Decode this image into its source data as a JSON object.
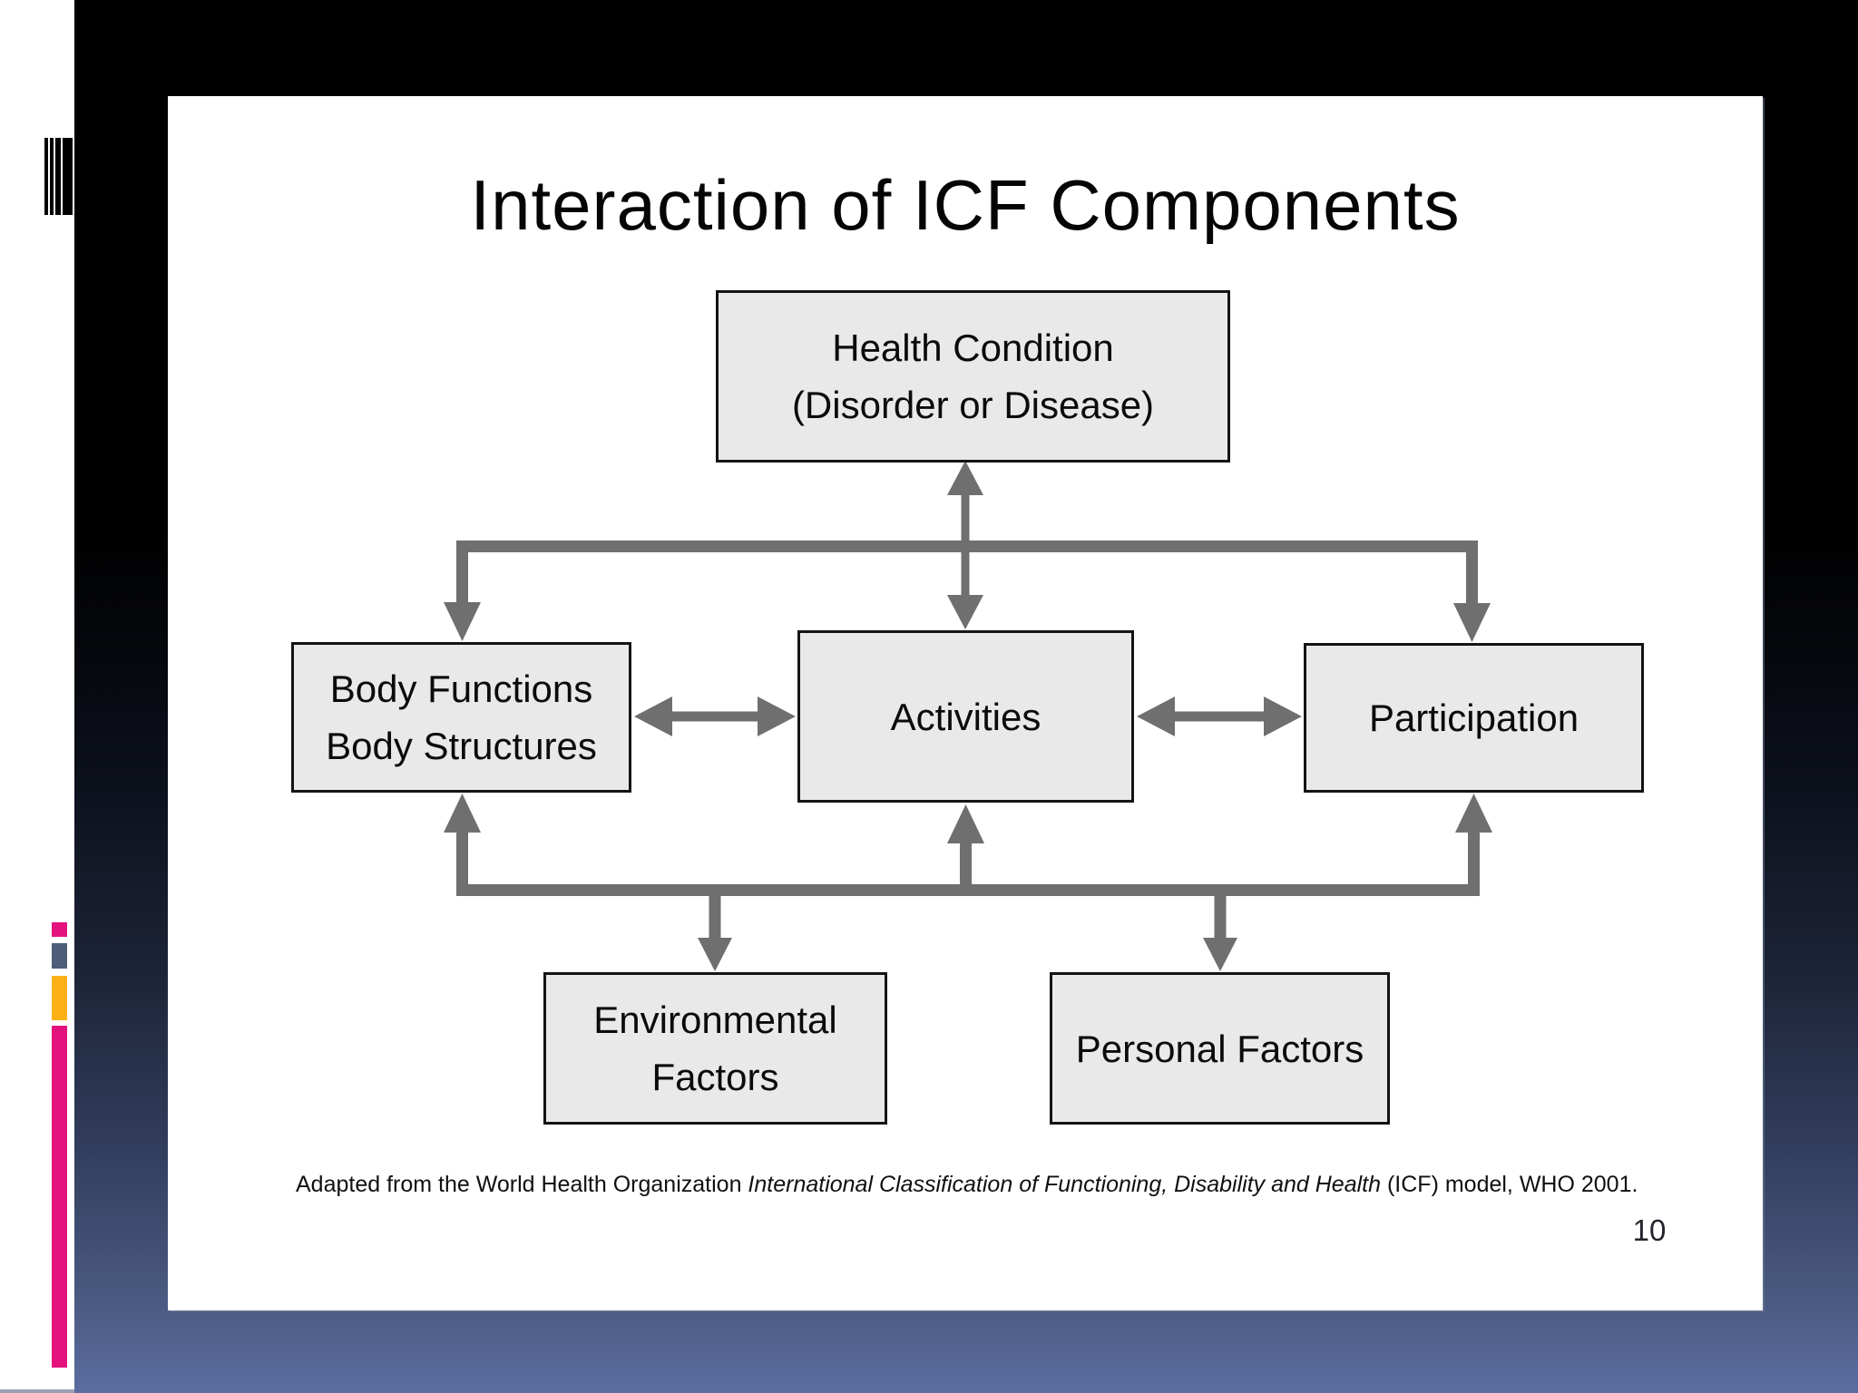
{
  "slide": {
    "title": "Interaction of ICF Components",
    "page_number": "10",
    "citation": {
      "prefix": "Adapted from the World Health Organization ",
      "italic": "International Classification of Functioning, Disability and Health",
      "suffix": " (ICF) model, WHO 2001."
    }
  },
  "diagram": {
    "type": "flowchart",
    "nodes": [
      {
        "id": "health-condition",
        "lines": [
          "Health Condition",
          "(Disorder or Disease)"
        ]
      },
      {
        "id": "body-functions",
        "lines": [
          "Body Functions",
          "Body Structures"
        ]
      },
      {
        "id": "activities",
        "lines": [
          "Activities"
        ]
      },
      {
        "id": "participation",
        "lines": [
          "Participation"
        ]
      },
      {
        "id": "environmental-factors",
        "lines": [
          "Environmental",
          "Factors"
        ]
      },
      {
        "id": "personal-factors",
        "lines": [
          "Personal Factors"
        ]
      }
    ],
    "edges": [
      "health-condition <-> activities",
      "body-functions <-> activities",
      "activities <-> participation",
      "top-connector -> body-functions",
      "top-connector -> participation",
      "bottom-connector -> body-functions",
      "bottom-connector -> activities",
      "bottom-connector -> participation",
      "bottom-connector -> environmental-factors",
      "bottom-connector -> personal-factors"
    ],
    "decor_icons": [
      "barcode-icon"
    ]
  },
  "colors": {
    "arrow-gray": "#6f6f6f",
    "box-fill": "#e9e9e9",
    "box-border": "#141414",
    "accent-magenta": "#e4127d",
    "accent-orange": "#fbb116",
    "accent-slate": "#4e5d78",
    "bg-bottom-blue": "#5b6da1",
    "strip-edge-gray": "#9aa2b4"
  }
}
